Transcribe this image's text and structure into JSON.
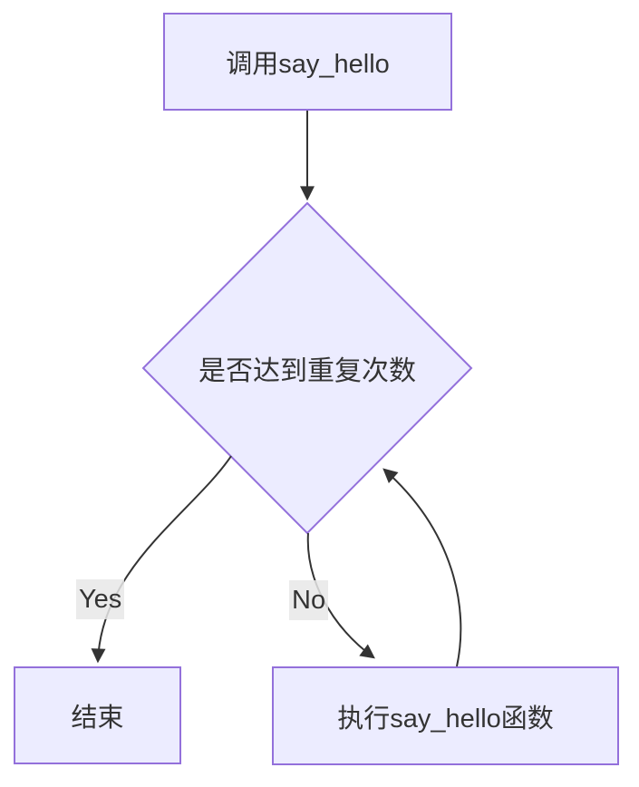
{
  "diagram": {
    "type": "flowchart",
    "nodes": {
      "start": {
        "label": "调用say_hello",
        "shape": "rectangle"
      },
      "decision": {
        "label": "是否达到重复次数",
        "shape": "diamond"
      },
      "end": {
        "label": "结束",
        "shape": "rectangle"
      },
      "execute": {
        "label": "执行say_hello函数",
        "shape": "rectangle"
      }
    },
    "edge_labels": {
      "yes": "Yes",
      "no": "No"
    },
    "edges": [
      {
        "from": "start",
        "to": "decision",
        "label": ""
      },
      {
        "from": "decision",
        "to": "end",
        "label": "Yes"
      },
      {
        "from": "decision",
        "to": "execute",
        "label": "No"
      },
      {
        "from": "execute",
        "to": "decision",
        "label": ""
      }
    ],
    "colors": {
      "node_fill": "#ECECFF",
      "node_border": "#9370DB",
      "edge_stroke": "#333333",
      "text": "#333333",
      "edge_label_bg": "#e8e8e8",
      "background": "#ffffff"
    }
  }
}
